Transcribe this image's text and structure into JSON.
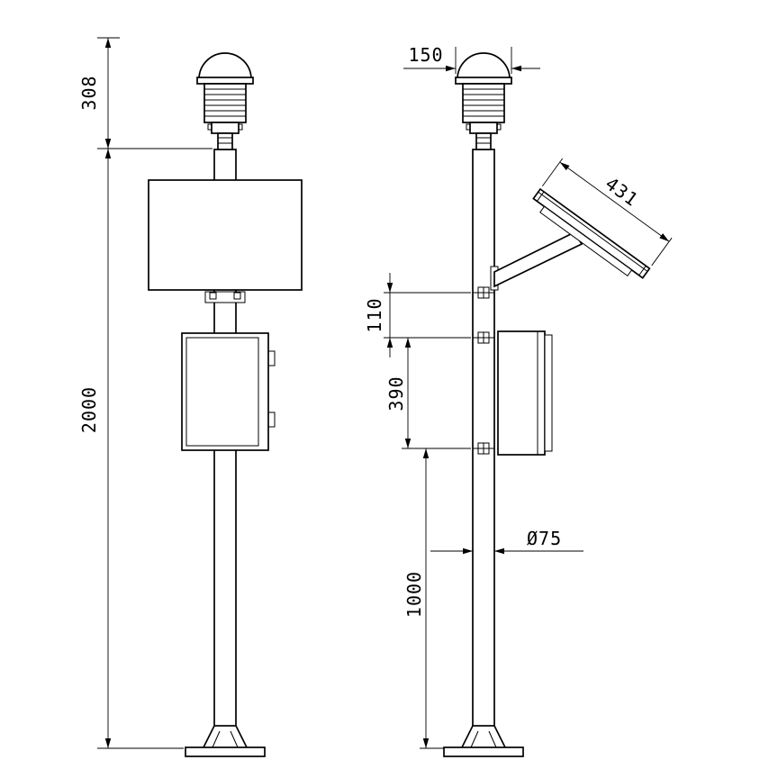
{
  "drawing": {
    "background": "#ffffff",
    "line_color": "#000000",
    "dims": {
      "sensor_height": "308",
      "total_height": "2000",
      "sensor_width": "150",
      "solar_panel_length": "431",
      "clamp_gap": "110",
      "box_section": "390",
      "lower_section": "1000",
      "pole_diameter": "Ø75"
    }
  }
}
